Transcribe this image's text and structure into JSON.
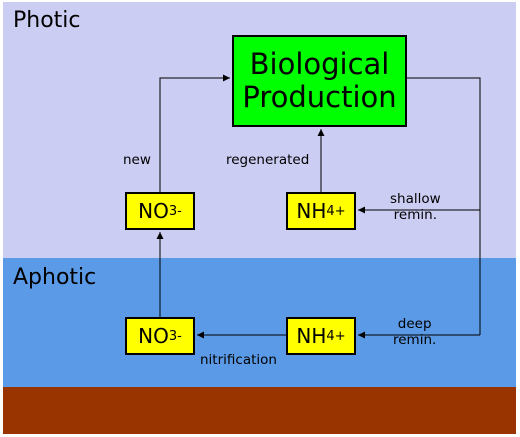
{
  "zones": {
    "photic": "Photic",
    "aphotic": "Aphotic"
  },
  "boxes": {
    "bio_line1": "Biological",
    "bio_line2": "Production",
    "no3_top_base": "NO",
    "no3_top_sub": "3",
    "no3_top_sup": "-",
    "nh4_top_base": "NH",
    "nh4_top_sub": "4",
    "nh4_top_sup": "+",
    "no3_bot_base": "NO",
    "no3_bot_sub": "3",
    "no3_bot_sup": "-",
    "nh4_bot_base": "NH",
    "nh4_bot_sub": "4",
    "nh4_bot_sup": "+"
  },
  "labels": {
    "new": "new",
    "regenerated": "regenerated",
    "shallow_line1": "shallow",
    "shallow_line2": "remin.",
    "deep_line1": "deep",
    "deep_line2": "remin.",
    "nitrification": "nitrification"
  },
  "colors": {
    "photic": "#cccdf2",
    "aphotic": "#5b9ae6",
    "sediment": "#993300",
    "production_box": "#00ff00",
    "nutrient_box": "#ffff00"
  }
}
